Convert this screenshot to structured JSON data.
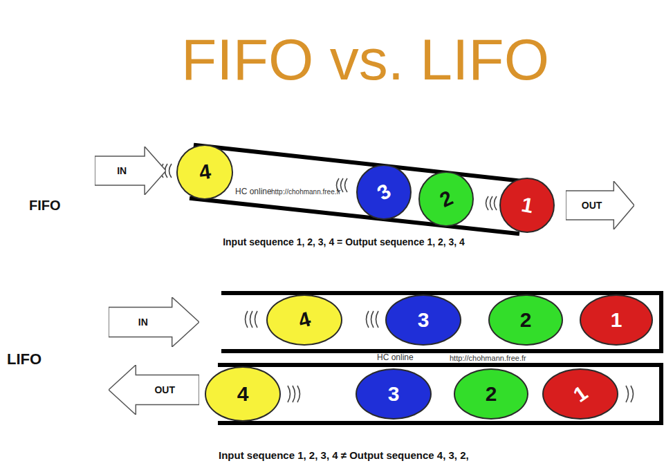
{
  "diagram": {
    "title": "FIFO vs. LIFO",
    "nodes": [
      {
        "text": [
          "IN"
        ]
      },
      {
        "text": [
          "4"
        ]
      },
      {
        "text": [
          "3"
        ]
      },
      {
        "text": [
          "2"
        ]
      },
      {
        "text": [
          "1"
        ]
      },
      {
        "text": [
          "OUT"
        ]
      },
      {
        "text": [
          "IN"
        ]
      },
      {
        "text": [
          "4"
        ]
      },
      {
        "text": [
          "3"
        ]
      },
      {
        "text": [
          "2"
        ]
      },
      {
        "text": [
          "1"
        ]
      },
      {
        "text": [
          "OUT"
        ]
      },
      {
        "text": [
          "4"
        ]
      },
      {
        "text": [
          "3"
        ]
      },
      {
        "text": [
          "2"
        ]
      },
      {
        "text": [
          "1"
        ]
      }
    ],
    "labels": [
      "FIFO",
      "HC online",
      "http://chohmann.free.fr",
      "Input sequence 1, 2, 3, 4 = Output sequence 1, 2, 3, 4",
      "LIFO",
      "HC online",
      "http://chohmann.free.fr",
      "Input sequence 1, 2, 3, 4 ≠ Output sequence 4, 3, 2,"
    ]
  }
}
